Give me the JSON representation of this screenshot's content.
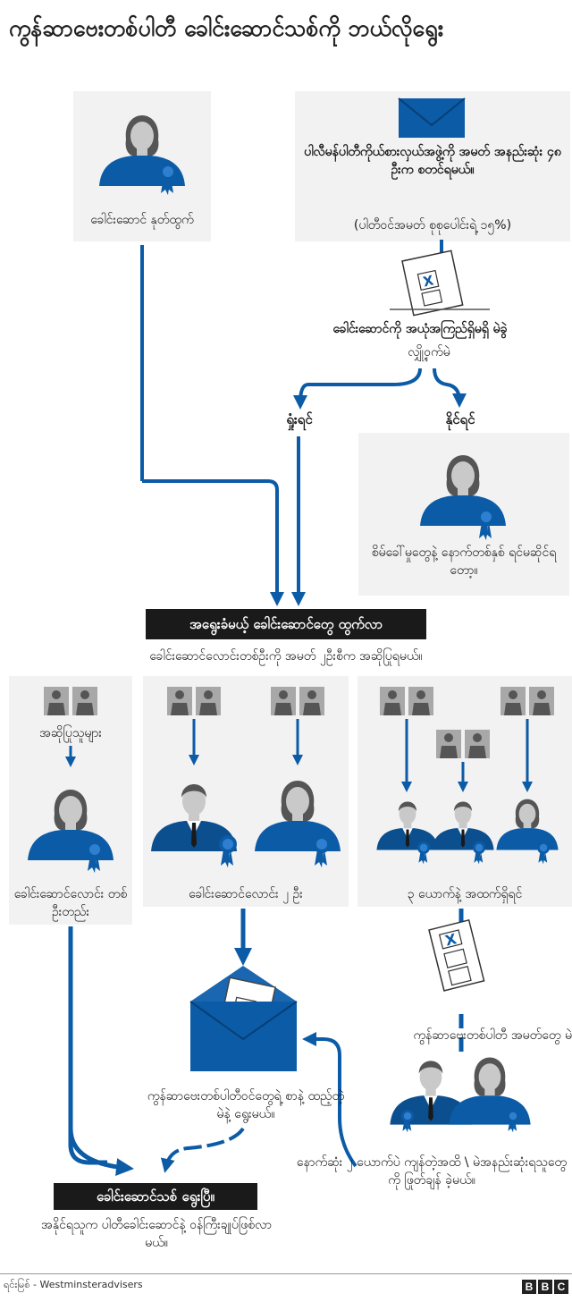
{
  "title": "ကွန်ဆာဗေးတစ်ပါတီ ခေါင်းဆောင်သစ်ကို ဘယ်လိုရွေး",
  "leader_resigns": "ခေါင်းဆောင် နုတ်ထွက်",
  "mps_petition": "ပါလီမန်ပါတီကိုယ်စားလှယ်အဖွဲ့ကို အမတ် အနည်းဆုံး ၄၈ ဦးက စတင်ရမယ်။",
  "mps_petition_note": "(ပါတီဝင်အမတ် စုစုပေါင်းရဲ့ ၁၅%)",
  "confidence_vote": "ခေါင်းဆောင်ကို အယုံအကြည်ရှိမရှိ မဲခွဲ",
  "confidence_vote_2": "လျှို့ဝှက်မဲ",
  "if_lose": "ရှုံးရင်",
  "if_win": "နိုင်ရင်",
  "win_result": "စိမ်ခေါ်မှုတွေနဲ့ နောက်တစ်နှစ် ရင်မဆိုင်ရတော့။",
  "candidates_banner": "အရွေးခံမယ့် ခေါင်းဆောင်တွေ ထွက်လာ",
  "candidates_rule": "ခေါင်းဆောင်လောင်းတစ်ဦးကို အမတ် ၂ဦးစီက အဆိုပြုရမယ်။",
  "proposers": "အဆိုပြုသူများ",
  "one_candidate": "ခေါင်းဆောင်လောင်း တစ်ဦးတည်း",
  "two_candidates": "ခေါင်းဆောင်လောင်း ၂ ဦး",
  "three_plus": "၃ ယောက်နဲ့ အထက်ရှိရင်",
  "mp_ballots": "ကွန်ဆာဗေးတစ်ပါတီ အမတ်တွေ မဲ",
  "members_vote": "ကွန်ဆာဗေးတစ်ပါတီဝင်တွေရဲ့ စာနဲ့ ထည့်တဲ့ မဲနဲ့ ရွေးမယ်။",
  "final_two": "နောက်ဆုံး ၂ ယောက်ပဲ ကျန်တဲ့အထိ \\ မဲအနည်းဆုံးရသူတွေကို ဖြုတ်ချန် ခဲ့မယ်။",
  "new_leader_banner": "ခေါင်းဆောင်သစ် ရွေးပြီ။",
  "new_leader_result": "အနိုင်ရသူက ပါတီခေါင်းဆောင်နဲ့ ဝန်ကြီးချုပ်ဖြစ်လာမယ်။",
  "source": "ရင်းမြစ် - Westminsteradvisers",
  "bbc": [
    "B",
    "B",
    "C"
  ],
  "colors": {
    "blue": "#0b5ba6",
    "dark_blue": "#0b4f8f",
    "panel": "#f2f2f2",
    "ink": "#1a1a1a"
  }
}
